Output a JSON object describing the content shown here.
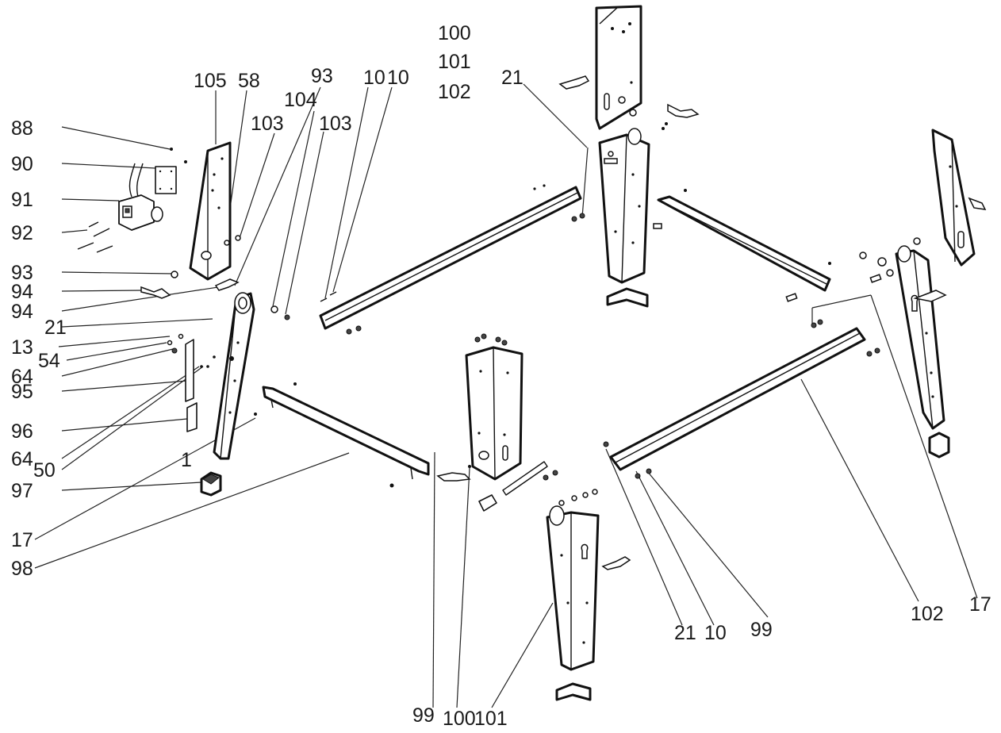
{
  "callouts": [
    "100",
    "101",
    "102",
    "21",
    "105",
    "58",
    "93",
    "104",
    "10",
    "10",
    "103",
    "103",
    "88",
    "90",
    "91",
    "92",
    "93",
    "94",
    "94",
    "21",
    "13",
    "54",
    "64",
    "95",
    "96",
    "64",
    "50",
    "1",
    "97",
    "17",
    "98",
    "99",
    "100",
    "101",
    "21",
    "10",
    "99",
    "102",
    "17"
  ]
}
